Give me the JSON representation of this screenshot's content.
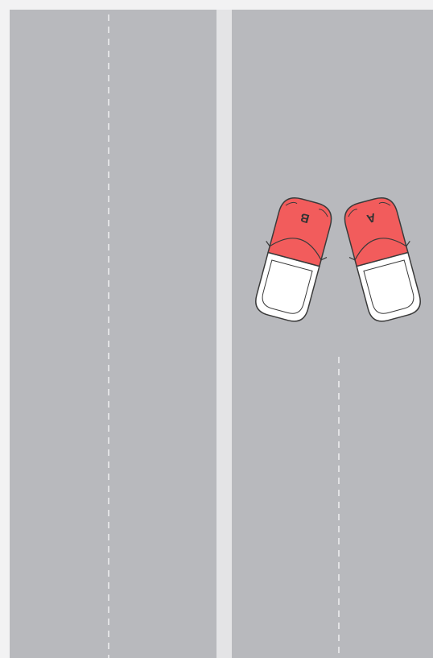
{
  "diagram": {
    "colors": {
      "background": "#f2f2f3",
      "road": "#b8b9bd",
      "median": "#e4e4e6",
      "lane_marking": "#e2e2e4",
      "car_front": "#f25c5c",
      "car_rear": "#ffffff",
      "car_outline": "#3a3a3a"
    },
    "cars": [
      {
        "label": "B",
        "damage": "front"
      },
      {
        "label": "A",
        "damage": "front"
      }
    ]
  }
}
